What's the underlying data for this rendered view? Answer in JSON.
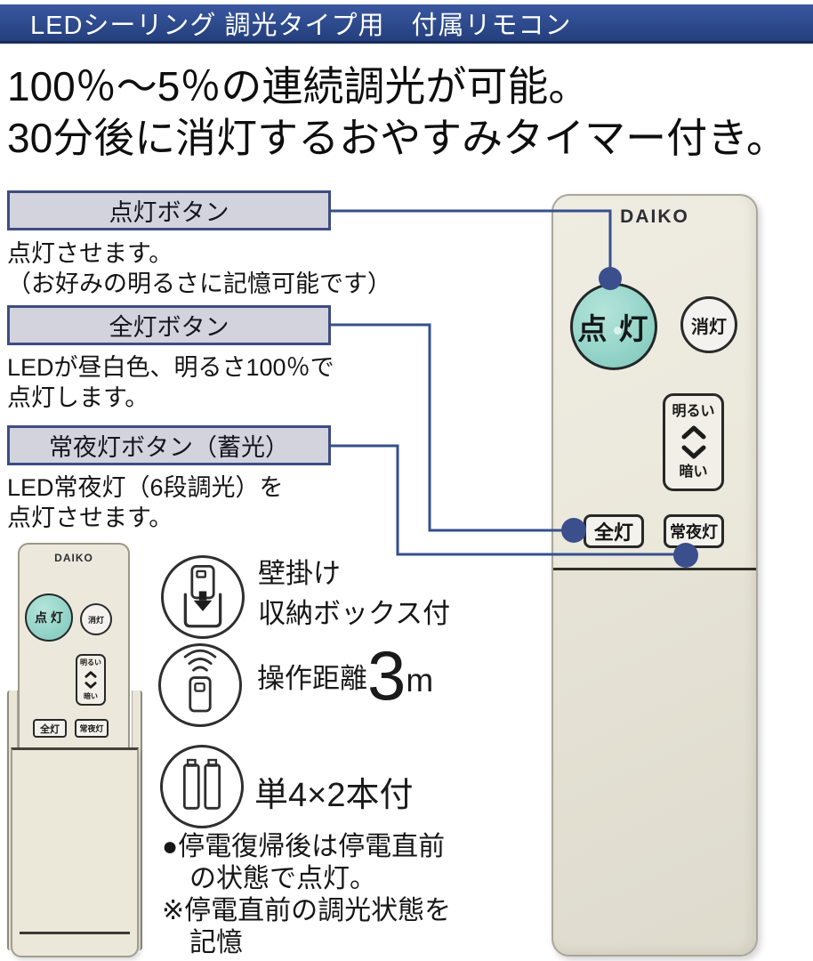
{
  "header": {
    "title": "LEDシーリング 調光タイプ用　付属リモコン"
  },
  "headline": {
    "line1": "100％～5％の連続調光が可能。",
    "line2": "30分後に消灯するおやすみタイマー付き。"
  },
  "callouts": [
    {
      "title": "点灯ボタン",
      "desc_line1": "点灯させます。",
      "desc_line2": "（お好みの明るさに記憶可能です）"
    },
    {
      "title": "全灯ボタン",
      "desc_line1": "LEDが昼白色、明るさ100％で",
      "desc_line2": "点灯します。"
    },
    {
      "title": "常夜灯ボタン（蓄光）",
      "desc_line1": "LED常夜灯（6段調光）を",
      "desc_line2": "点灯させます。"
    }
  ],
  "remote": {
    "brand": "DAIKO",
    "buttons": {
      "on": "点 灯",
      "off": "消灯",
      "brighter": "明るい",
      "darker": "暗い",
      "full": "全灯",
      "night": "常夜灯"
    }
  },
  "features": [
    {
      "icon": "wall-mount-box-icon",
      "label_line1": "壁掛け",
      "label_line2": "収納ボックス付"
    },
    {
      "icon": "remote-signal-icon",
      "label_prefix": "操作距離",
      "value": "3",
      "unit": "m"
    },
    {
      "icon": "batteries-icon",
      "label": "単4×2本付"
    }
  ],
  "notes": {
    "line1": "●停電復帰後は停電直前",
    "line2": "の状態で点灯。",
    "line3": "※停電直前の調光状態を",
    "line4": "記憶"
  },
  "colors": {
    "header_bg": "#2c498b",
    "callout_bg": "#d2d3dd",
    "callout_border": "#3d4d82",
    "connector": "#35508c",
    "teal_button": "#96d5c9",
    "remote_body": "#ebe8dc"
  }
}
